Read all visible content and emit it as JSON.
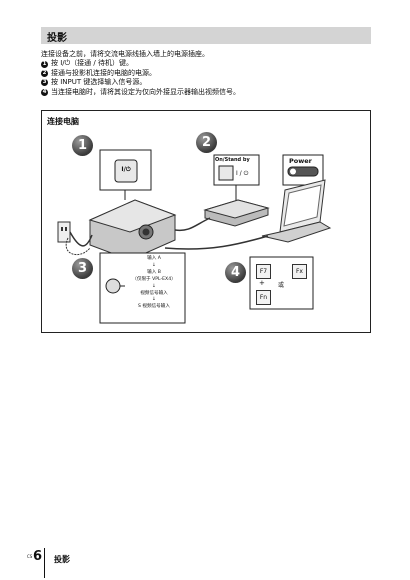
{
  "section": {
    "title": "投影"
  },
  "intro": {
    "text": "连接设备之前，请将交流电源线插入墙上的电源插座。",
    "steps": [
      {
        "num": "1",
        "text": "按 I/⏻（接通 / 待机）键。"
      },
      {
        "num": "2",
        "text": "接通与投影机连接的电脑的电源。"
      },
      {
        "num": "3",
        "text": "按 INPUT 键选择输入信号源。"
      },
      {
        "num": "4",
        "text": "当连接电脑时，请将其设定为仅向外接显示器输出视频信号。"
      }
    ]
  },
  "diagram": {
    "label": "连接电脑",
    "badges": [
      "1",
      "2",
      "3",
      "4"
    ],
    "power_key": "I/⏻",
    "onstandby_label": "On/Stand by",
    "onstandby_symbol": "I / ⏻",
    "power_label": "Power",
    "input_flow": [
      "输入 A",
      "↓",
      "输入 B",
      "（仅限于 VPL-EX4）",
      "↓",
      "视频信号输入",
      "↓",
      "S 视频信号输入"
    ],
    "fn_keys": {
      "f7": "F7",
      "fx": "Fx",
      "fn": "Fn",
      "plus": "+",
      "or": "或"
    }
  },
  "footer": {
    "cs": "CS",
    "page_num": "6",
    "label": "投影"
  }
}
